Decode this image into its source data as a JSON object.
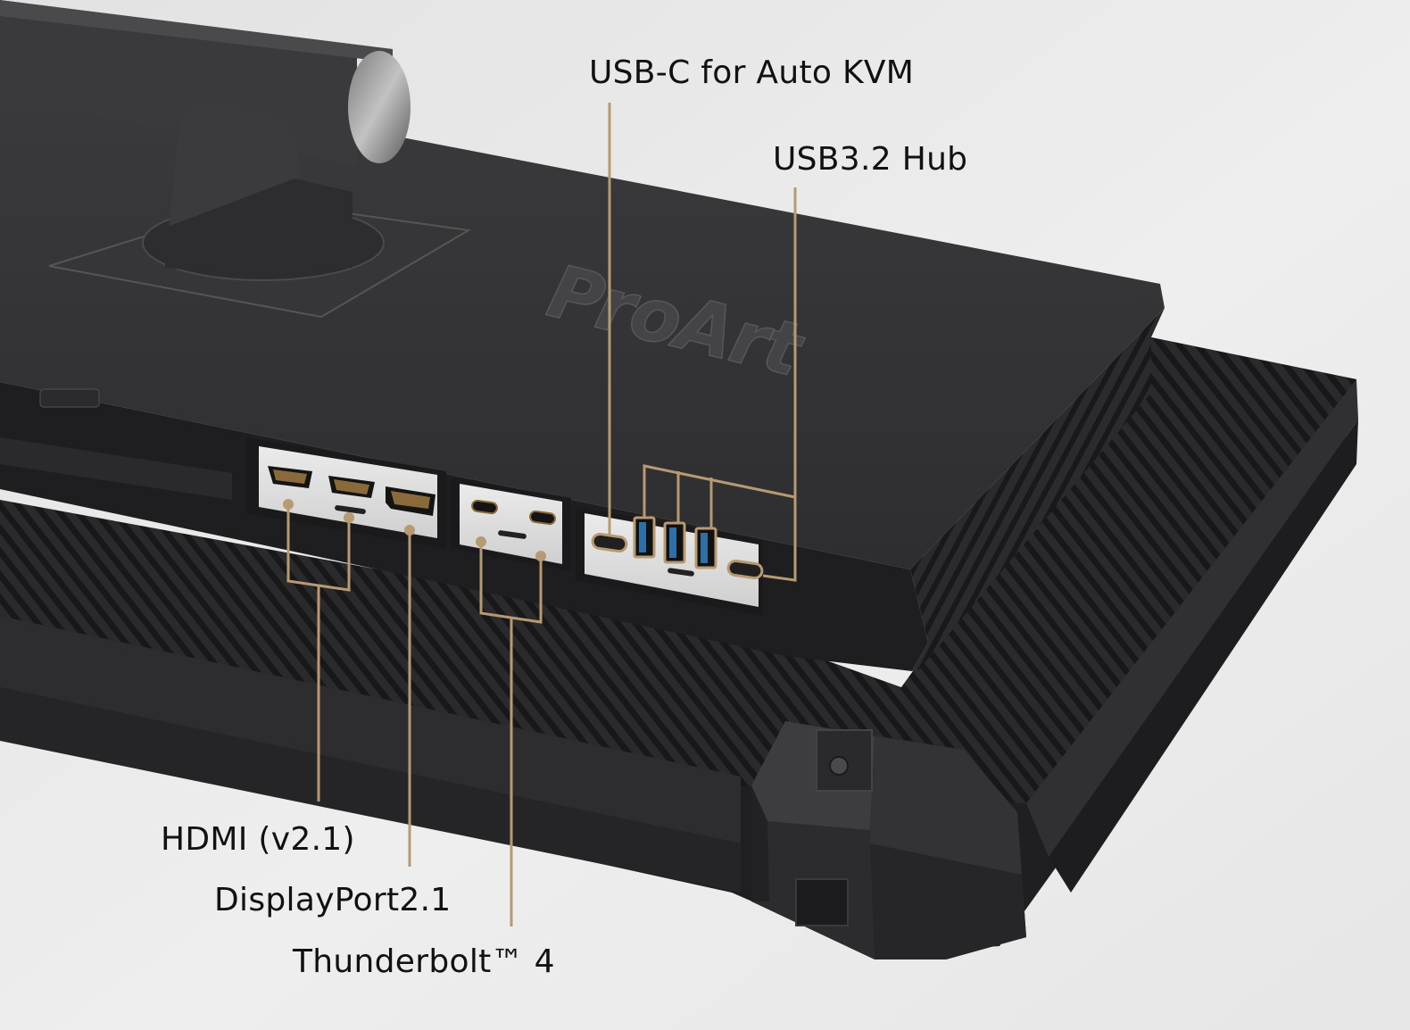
{
  "brand": {
    "logo_text": "ProArt"
  },
  "callouts": {
    "usb_c_kvm": "USB-C for Auto KVM",
    "usb_hub": "USB3.2 Hub",
    "hdmi": "HDMI (v2.1)",
    "displayport": "DisplayPort2.1",
    "thunderbolt": "Thunderbolt™ 4"
  },
  "colors": {
    "background": "#ececec",
    "monitor_body": "#2f2f30",
    "port_panel": "#dcdcdc",
    "usb_blue": "#2f6fa8",
    "callout_line": "#b79a72",
    "label_text": "#111111"
  },
  "icons": [
    "hdmi-port-icon",
    "displayport-icon",
    "thunderbolt-port-icon",
    "usb-c-port-icon",
    "usb-a-port-icon"
  ]
}
